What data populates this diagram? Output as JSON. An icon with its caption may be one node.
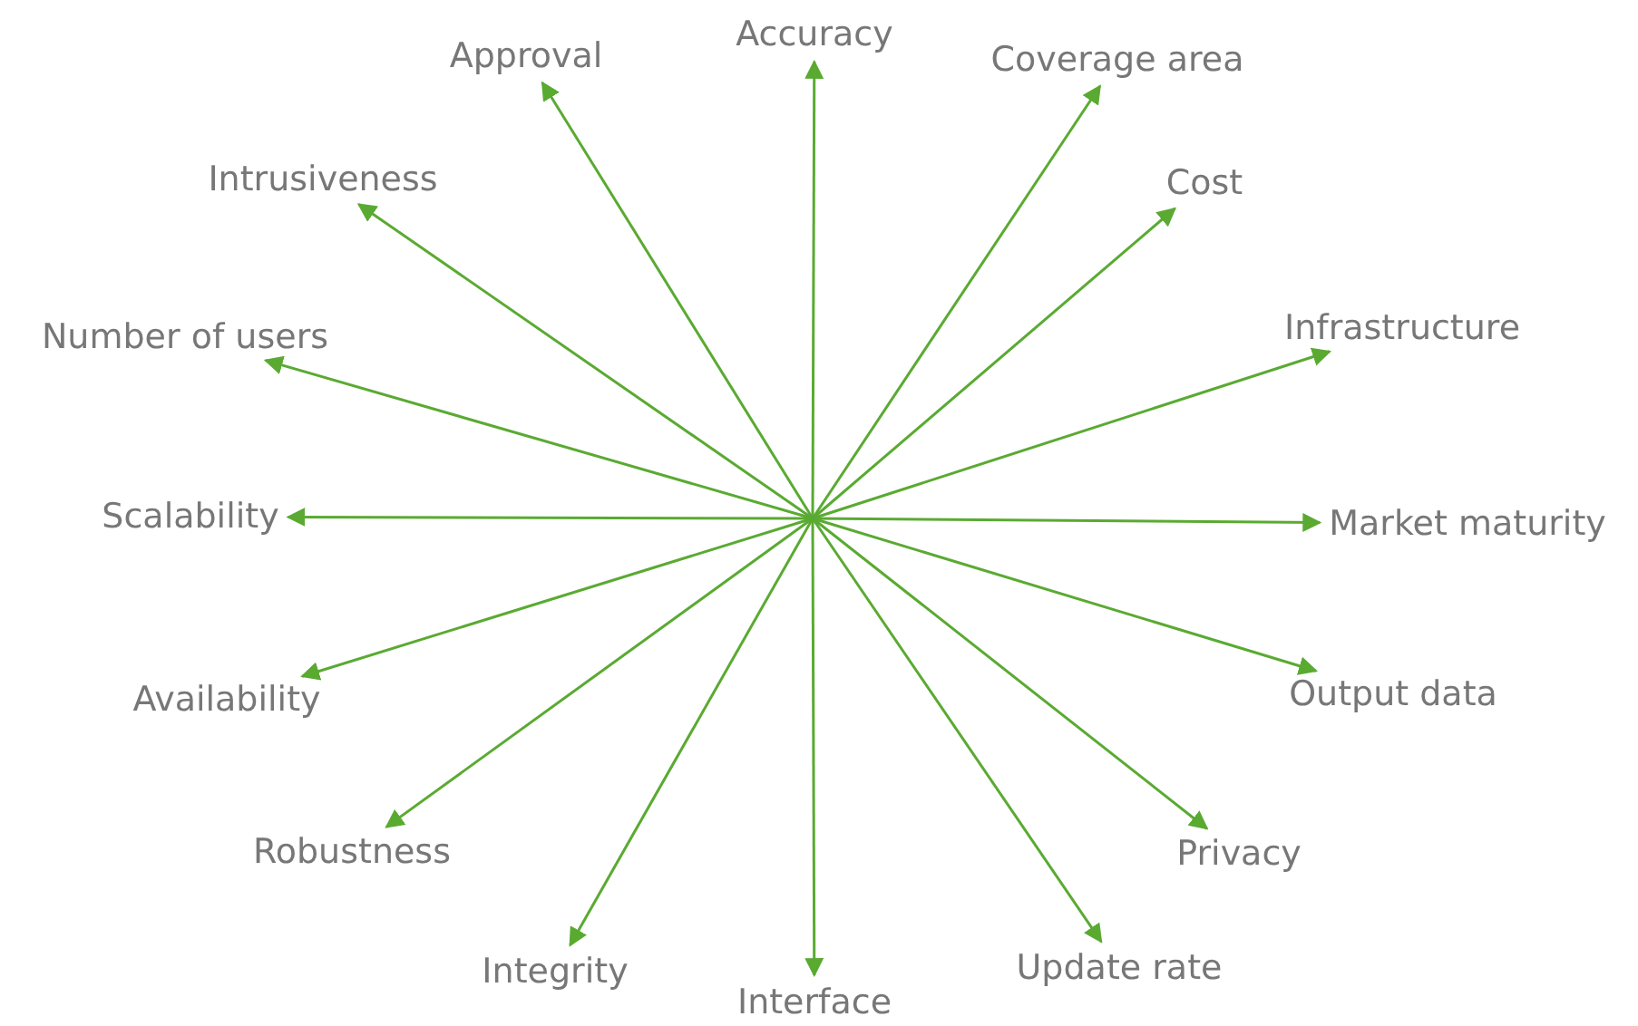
{
  "diagram": {
    "nodes": [
      {
        "text": [
          "Accuracy"
        ]
      },
      {
        "text": [
          "Coverage area"
        ]
      },
      {
        "text": [
          "Cost"
        ]
      },
      {
        "text": [
          "Infrastructure"
        ]
      },
      {
        "text": [
          "Market maturity"
        ]
      },
      {
        "text": [
          "Output data"
        ]
      },
      {
        "text": [
          "Privacy"
        ]
      },
      {
        "text": [
          "Update rate"
        ]
      },
      {
        "text": [
          "Interface"
        ]
      },
      {
        "text": [
          "Integrity"
        ]
      },
      {
        "text": [
          "Robustness"
        ]
      },
      {
        "text": [
          "Availability"
        ]
      },
      {
        "text": [
          "Scalability"
        ]
      },
      {
        "text": [
          "Number of users"
        ]
      },
      {
        "text": [
          "Intrusiveness"
        ]
      },
      {
        "text": [
          "Approval"
        ]
      }
    ],
    "edges": [
      {
        "from": null,
        "to": 0,
        "arrow": "to"
      },
      {
        "from": null,
        "to": 1,
        "arrow": "to"
      },
      {
        "from": null,
        "to": 2,
        "arrow": "to"
      },
      {
        "from": null,
        "to": 3,
        "arrow": "to"
      },
      {
        "from": null,
        "to": 4,
        "arrow": "to"
      },
      {
        "from": null,
        "to": 5,
        "arrow": "to"
      },
      {
        "from": null,
        "to": 6,
        "arrow": "to"
      },
      {
        "from": null,
        "to": 7,
        "arrow": "to"
      },
      {
        "from": null,
        "to": 8,
        "arrow": "to"
      },
      {
        "from": null,
        "to": 9,
        "arrow": "to"
      },
      {
        "from": null,
        "to": 10,
        "arrow": "to"
      },
      {
        "from": null,
        "to": 11,
        "arrow": "to"
      },
      {
        "from": null,
        "to": 12,
        "arrow": "to"
      },
      {
        "from": null,
        "to": 13,
        "arrow": "to"
      },
      {
        "from": null,
        "to": 14,
        "arrow": "to"
      },
      {
        "from": null,
        "to": 15,
        "arrow": "to"
      }
    ]
  }
}
